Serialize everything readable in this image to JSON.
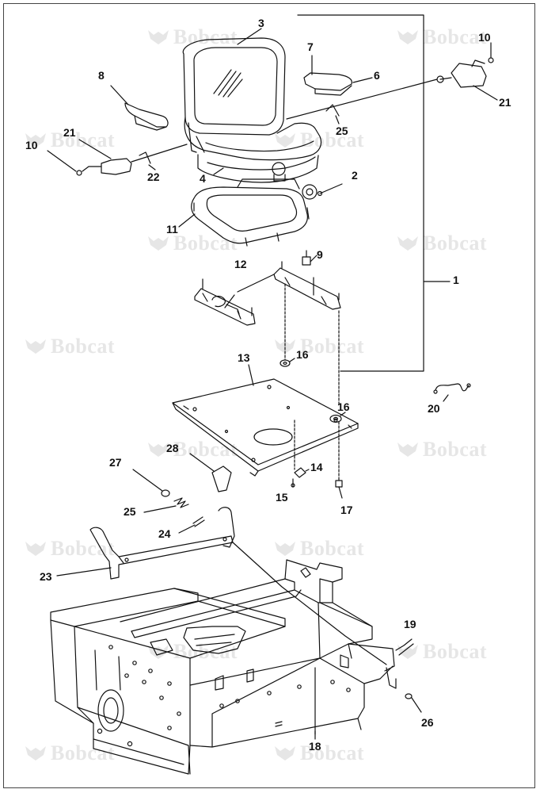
{
  "watermark": {
    "text": "Bobcat",
    "mark": "bobcat-logo"
  },
  "watermarks": [
    {
      "id": "wm-1"
    },
    {
      "id": "wm-2"
    },
    {
      "id": "wm-3"
    },
    {
      "id": "wm-4"
    },
    {
      "id": "wm-5"
    },
    {
      "id": "wm-6"
    },
    {
      "id": "wm-7"
    },
    {
      "id": "wm-8"
    },
    {
      "id": "wm-9"
    },
    {
      "id": "wm-10"
    },
    {
      "id": "wm-11"
    },
    {
      "id": "wm-12"
    },
    {
      "id": "wm-13"
    },
    {
      "id": "wm-14"
    },
    {
      "id": "wm-15"
    },
    {
      "id": "wm-16"
    },
    {
      "id": "wm-17"
    },
    {
      "id": "wm-18"
    },
    {
      "id": "wm-19"
    },
    {
      "id": "wm-20"
    },
    {
      "id": "wm-21"
    }
  ],
  "callouts": {
    "c1": "1",
    "c2": "2",
    "c3": "3",
    "c4": "4",
    "c6": "6",
    "c7": "7",
    "c8": "8",
    "c9": "9",
    "c10a": "10",
    "c10b": "10",
    "c11": "11",
    "c12": "12",
    "c13": "13",
    "c14": "14",
    "c15": "15",
    "c16a": "16",
    "c16b": "16",
    "c17": "17",
    "c18": "18",
    "c19": "19",
    "c20": "20",
    "c21a": "21",
    "c21b": "21",
    "c22": "22",
    "c23": "23",
    "c24": "24",
    "c25a": "25",
    "c25b": "25",
    "c26": "26",
    "c27": "27",
    "c28": "28"
  },
  "colors": {
    "line": "#111111",
    "watermark": "#e6e6e6",
    "frame": "#444444"
  }
}
